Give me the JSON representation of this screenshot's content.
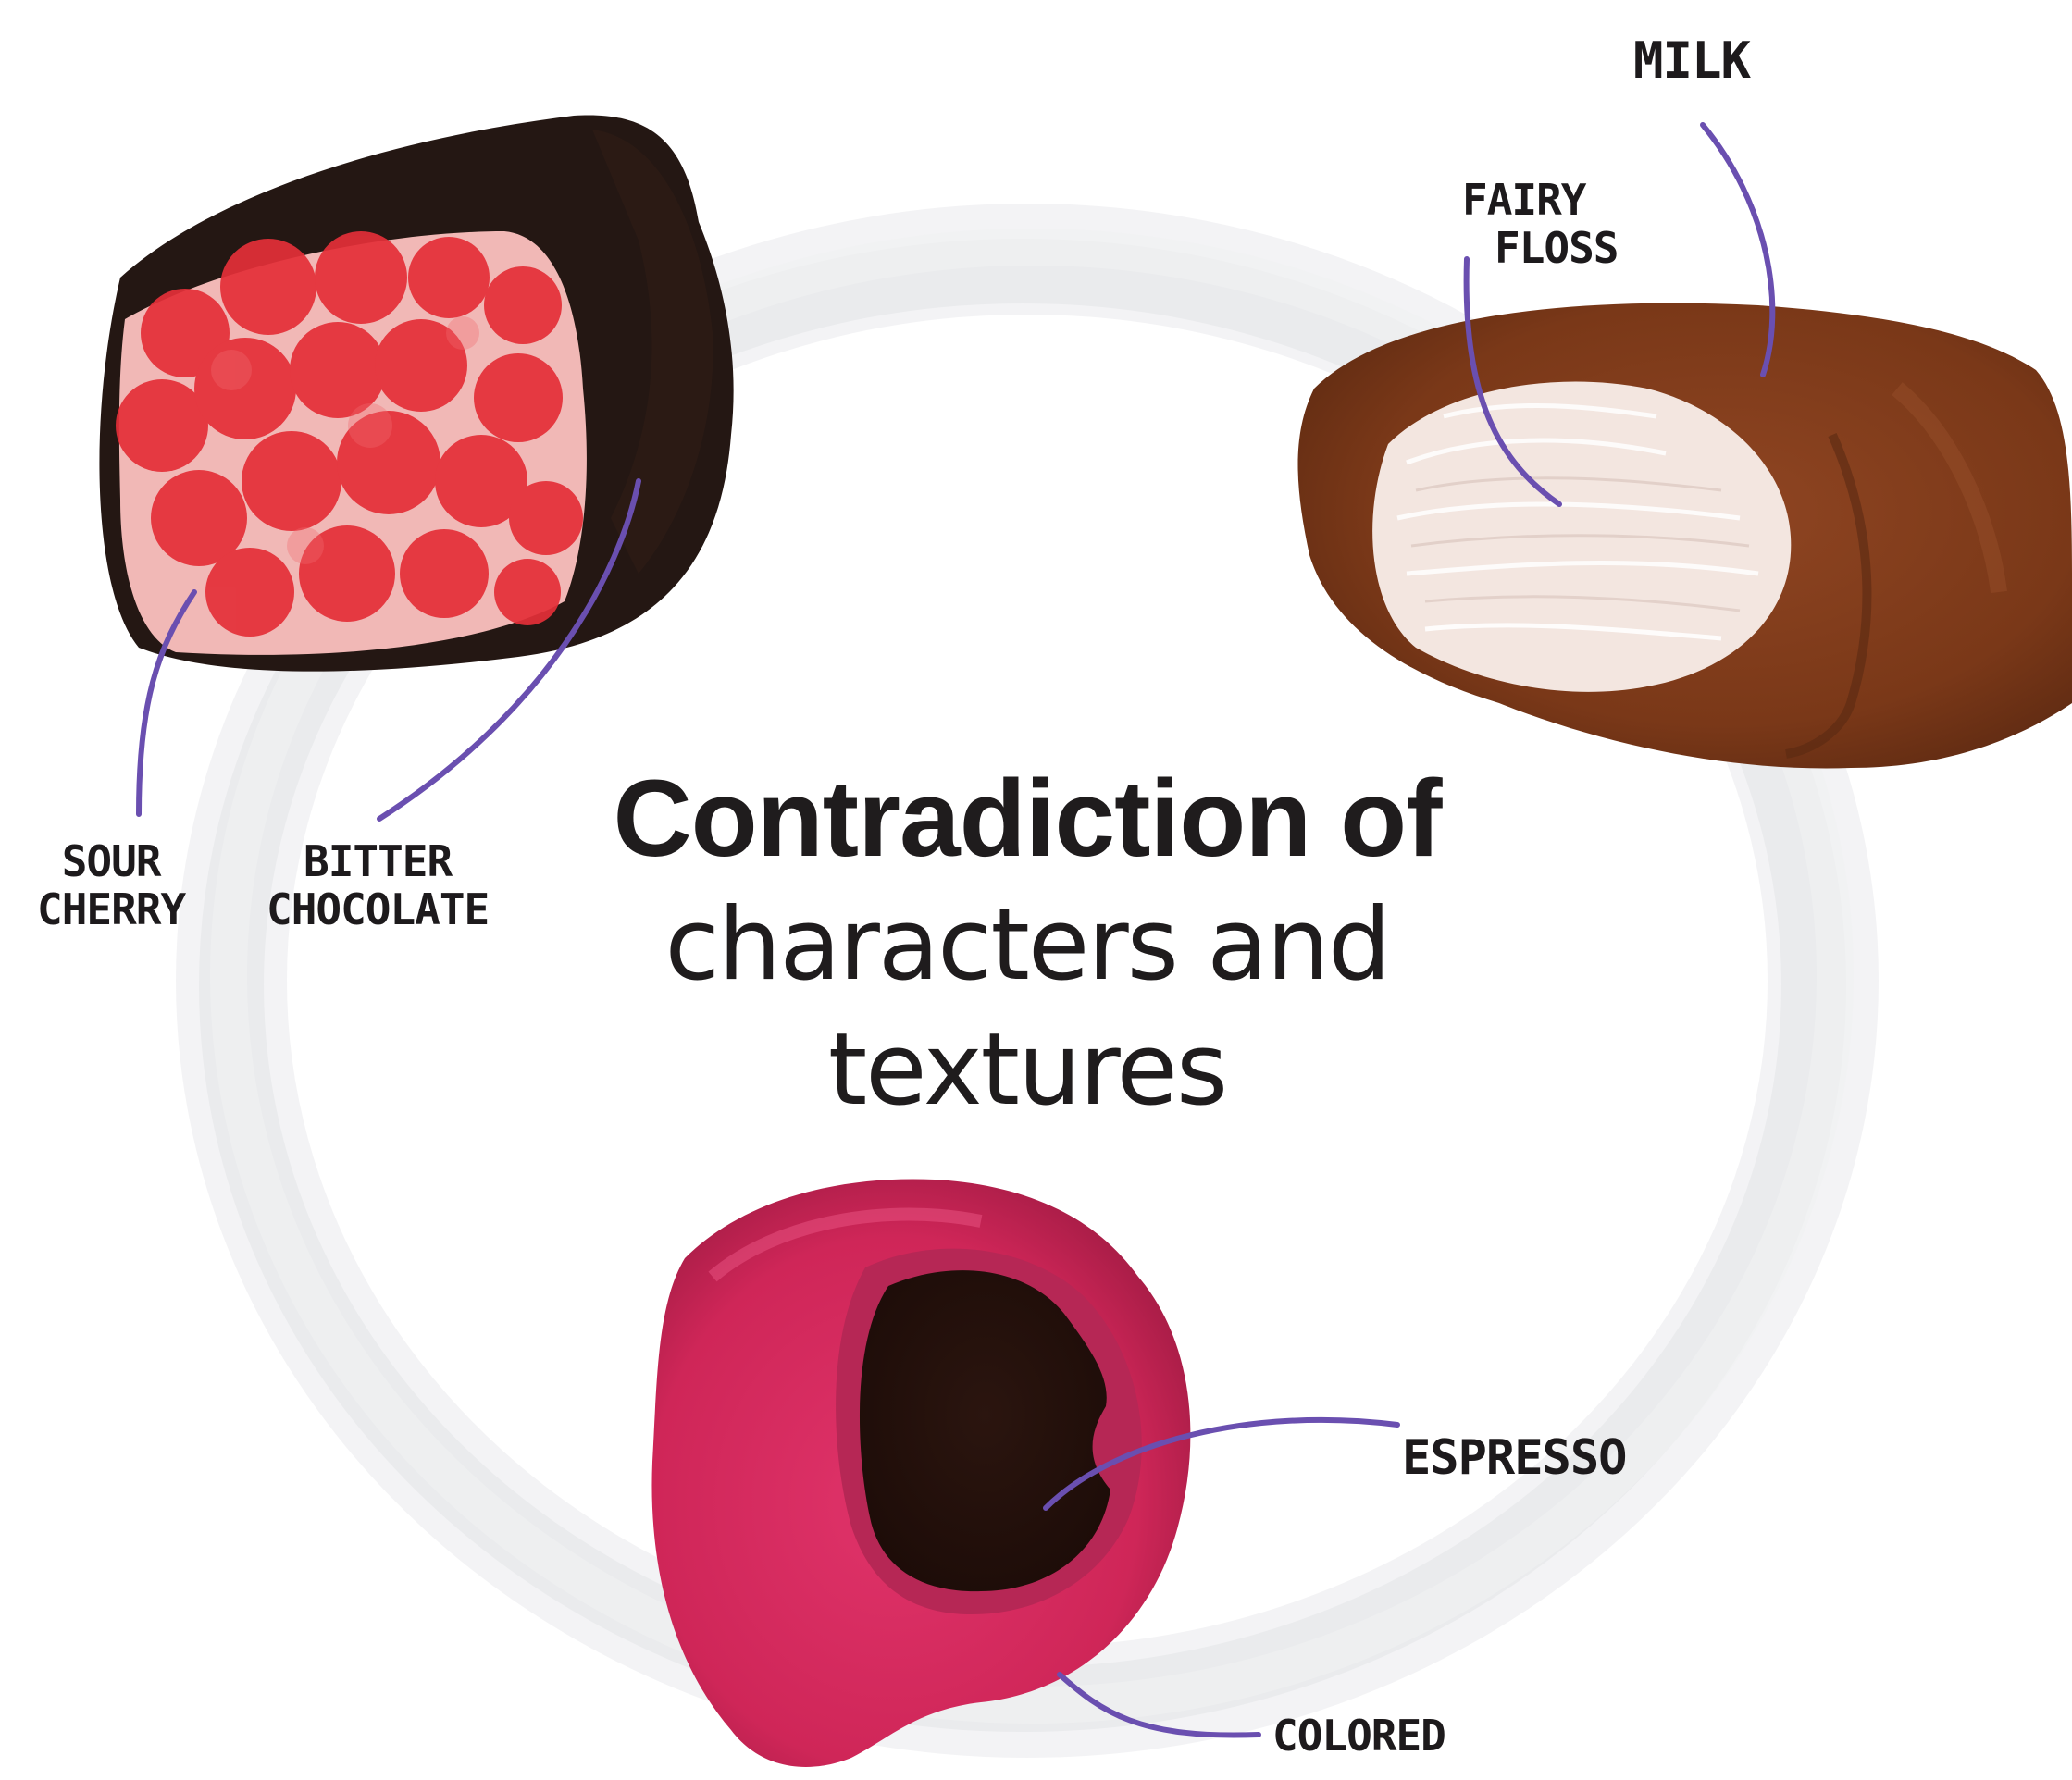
{
  "title": {
    "line1": "Contradiction of",
    "line2": "characters and textures"
  },
  "labels": {
    "sour_cherry": [
      "SOUR",
      "CHERRY"
    ],
    "bitter_chocolate": [
      "BITTER",
      "CHOCOLATE"
    ],
    "fairy_floss": [
      "FAIRY",
      "FLOSS"
    ],
    "milk": [
      "MILK"
    ],
    "espresso": [
      "ESPRESSO"
    ],
    "colored": [
      "COLORED"
    ]
  },
  "colors": {
    "callout_line": "#6a4fb0",
    "ring": "#e4e5e7",
    "dark_chocolate": "#241612",
    "sour_cherry": "#e8333b",
    "milk_chocolate": "#7e3a1a",
    "fairy_floss": "#f3e5df",
    "colored_shell": "#d42a5e",
    "espresso": "#2a1510"
  }
}
